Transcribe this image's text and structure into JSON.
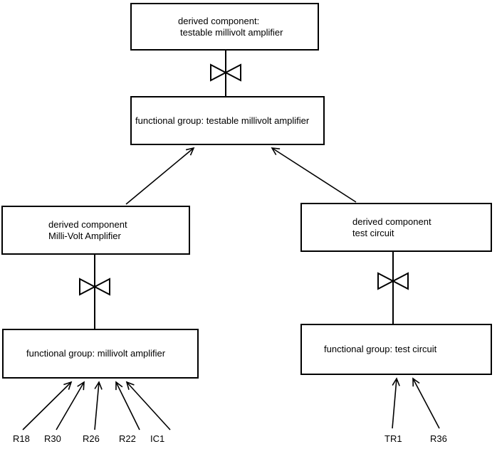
{
  "diagram": {
    "nodes": {
      "top_derived": {
        "line1": "derived component:",
        "line2": "testable millivolt amplifier"
      },
      "top_functional": {
        "label": "functional group: testable millivolt amplifier"
      },
      "left_derived": {
        "line1": "derived component",
        "line2": "Milli-Volt Amplifier"
      },
      "right_derived": {
        "line1": "derived component",
        "line2": "test circuit"
      },
      "left_functional": {
        "label": "functional group: millivolt amplifier"
      },
      "right_functional": {
        "label": "functional group: test circuit"
      }
    },
    "leaves": {
      "left": [
        "R18",
        "R30",
        "R26",
        "R22",
        "IC1"
      ],
      "right": [
        "TR1",
        "R36"
      ]
    },
    "colors": {
      "line": "#000000",
      "background": "#ffffff",
      "text": "#000000"
    }
  }
}
